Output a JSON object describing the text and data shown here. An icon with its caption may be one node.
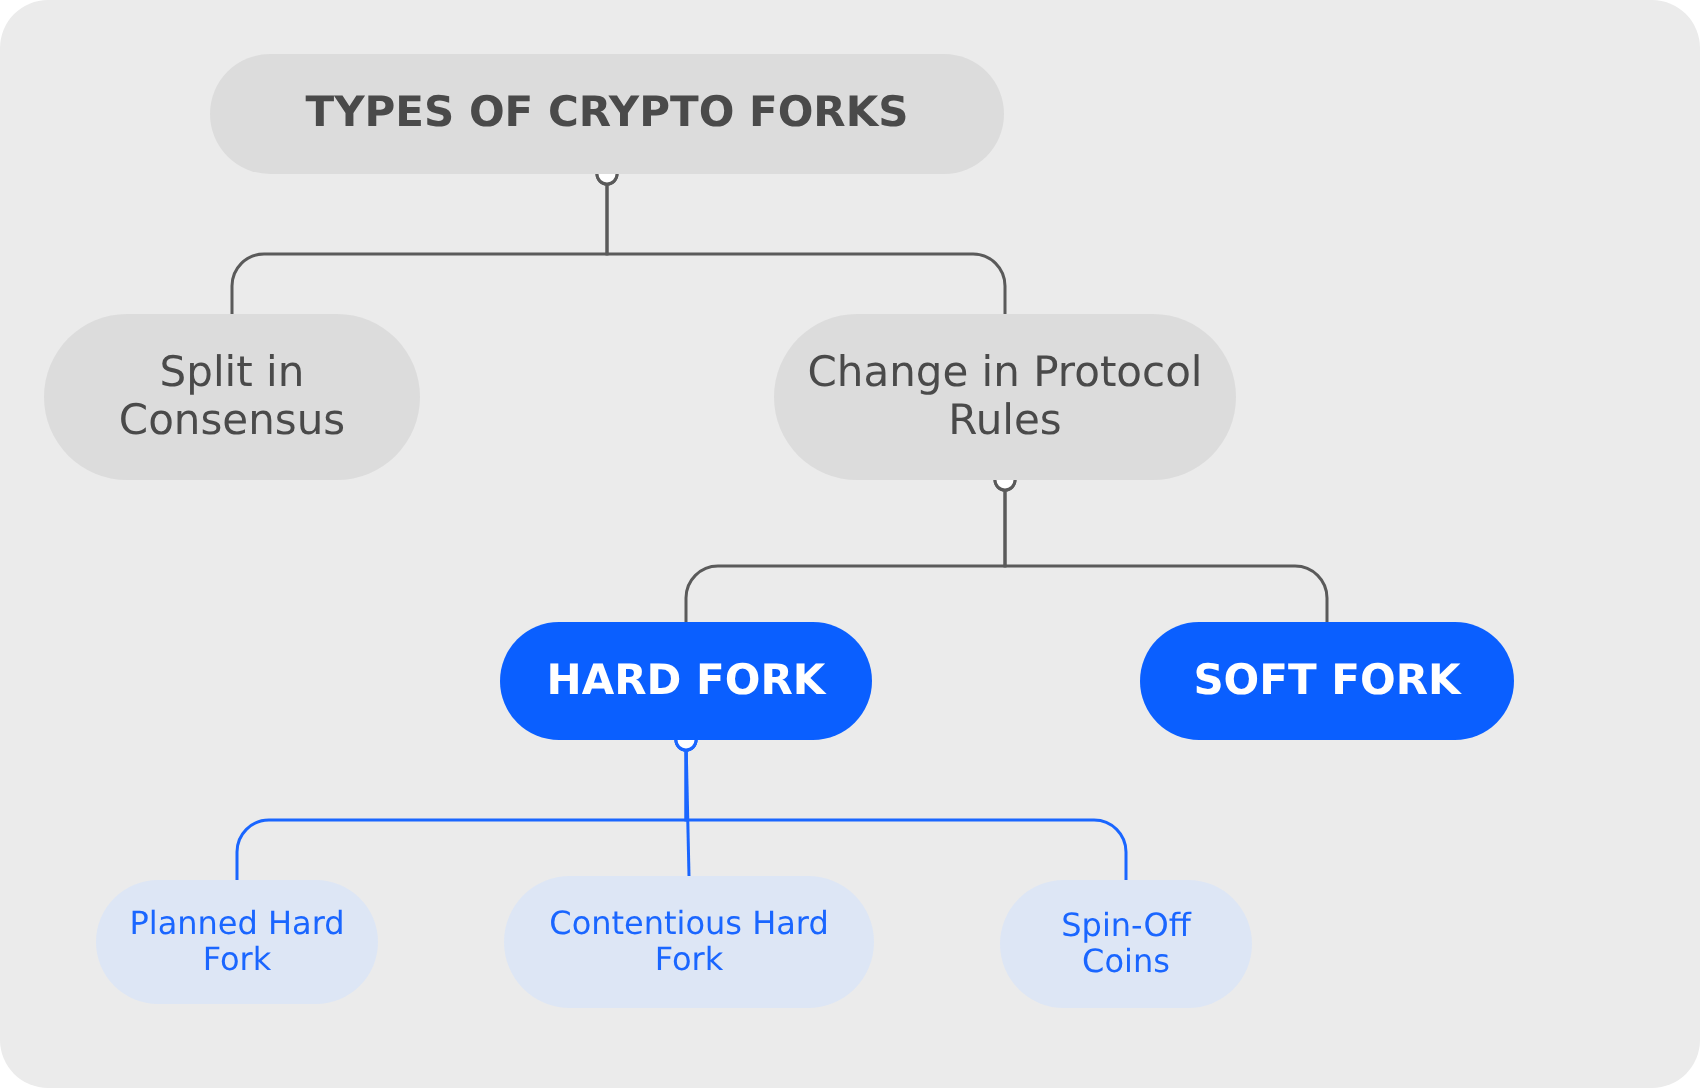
{
  "diagram": {
    "nodes": [
      {
        "text": [
          "TYPES OF CRYPTO FORKS"
        ]
      },
      {
        "text": [
          "Split in Consensus"
        ]
      },
      {
        "text": [
          "Change in Protocol Rules"
        ]
      },
      {
        "text": [
          "HARD FORK"
        ]
      },
      {
        "text": [
          "SOFT FORK"
        ]
      },
      {
        "text": [
          "Planned Hard Fork"
        ]
      },
      {
        "text": [
          "Contentious Hard Fork"
        ]
      },
      {
        "text": [
          "Spin-Off Coins"
        ]
      }
    ],
    "edges": [
      {
        "from": 0,
        "to": 1,
        "arrow": "other"
      },
      {
        "from": 0,
        "to": 2,
        "arrow": "other"
      },
      {
        "from": 2,
        "to": 3,
        "arrow": "other"
      },
      {
        "from": 2,
        "to": 4,
        "arrow": "other"
      },
      {
        "from": 3,
        "to": 5,
        "arrow": "other",
        "color": "#1a66ff"
      },
      {
        "from": 3,
        "to": 6,
        "arrow": "other",
        "color": "#1a66ff"
      },
      {
        "from": 3,
        "to": 7,
        "arrow": "other",
        "color": "#1a66ff"
      }
    ]
  }
}
